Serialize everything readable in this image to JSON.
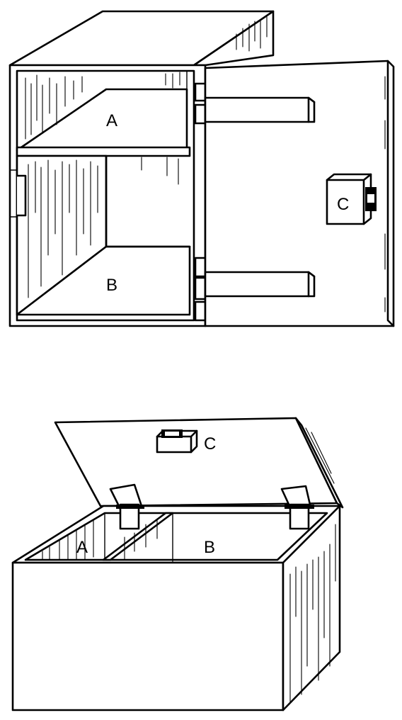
{
  "figure": {
    "top_drawing": {
      "upper_compartment_label": "A",
      "lower_compartment_label": "B",
      "lock_label": "C"
    },
    "bottom_drawing": {
      "left_compartment_label": "A",
      "right_compartment_label": "B",
      "lock_label": "C"
    }
  }
}
